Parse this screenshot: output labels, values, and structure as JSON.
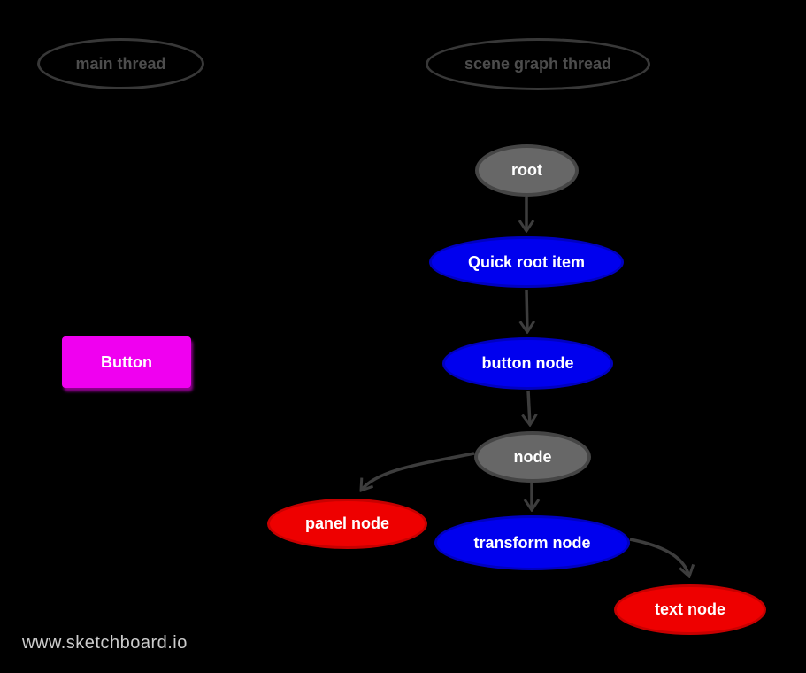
{
  "canvas": {
    "background": "#000000"
  },
  "threads": {
    "main": {
      "label": "main thread"
    },
    "scene": {
      "label": "scene graph thread"
    }
  },
  "nodes": {
    "root": {
      "label": "root",
      "color": "gray"
    },
    "quick_root_item": {
      "label": "Quick root item",
      "color": "blue"
    },
    "button_node": {
      "label": "button node",
      "color": "blue"
    },
    "node": {
      "label": "node",
      "color": "gray"
    },
    "panel_node": {
      "label": "panel node",
      "color": "red"
    },
    "transform_node": {
      "label": "transform node",
      "color": "blue"
    },
    "text_node": {
      "label": "text node",
      "color": "red"
    }
  },
  "button": {
    "label": "Button"
  },
  "edges": [
    {
      "from": "root",
      "to": "quick_root_item"
    },
    {
      "from": "quick_root_item",
      "to": "button_node"
    },
    {
      "from": "button_node",
      "to": "node"
    },
    {
      "from": "node",
      "to": "panel_node"
    },
    {
      "from": "node",
      "to": "transform_node"
    },
    {
      "from": "transform_node",
      "to": "text_node"
    }
  ],
  "watermark": {
    "text": "www.sketchboard.io"
  },
  "colors": {
    "background": "#000000",
    "node_gray_fill": "#676767",
    "node_gray_stroke": "#454545",
    "node_blue_fill": "#0000ee",
    "node_blue_stroke": "#0000c0",
    "node_red_fill": "#ee0000",
    "node_red_stroke": "#c80000",
    "button_magenta": "#f000f0",
    "thread_outline": "#383838",
    "thread_label": "#4d4d4d",
    "arrow": "#3d3d3d",
    "node_label": "#ffffff",
    "watermark_text": "#cccccc"
  }
}
